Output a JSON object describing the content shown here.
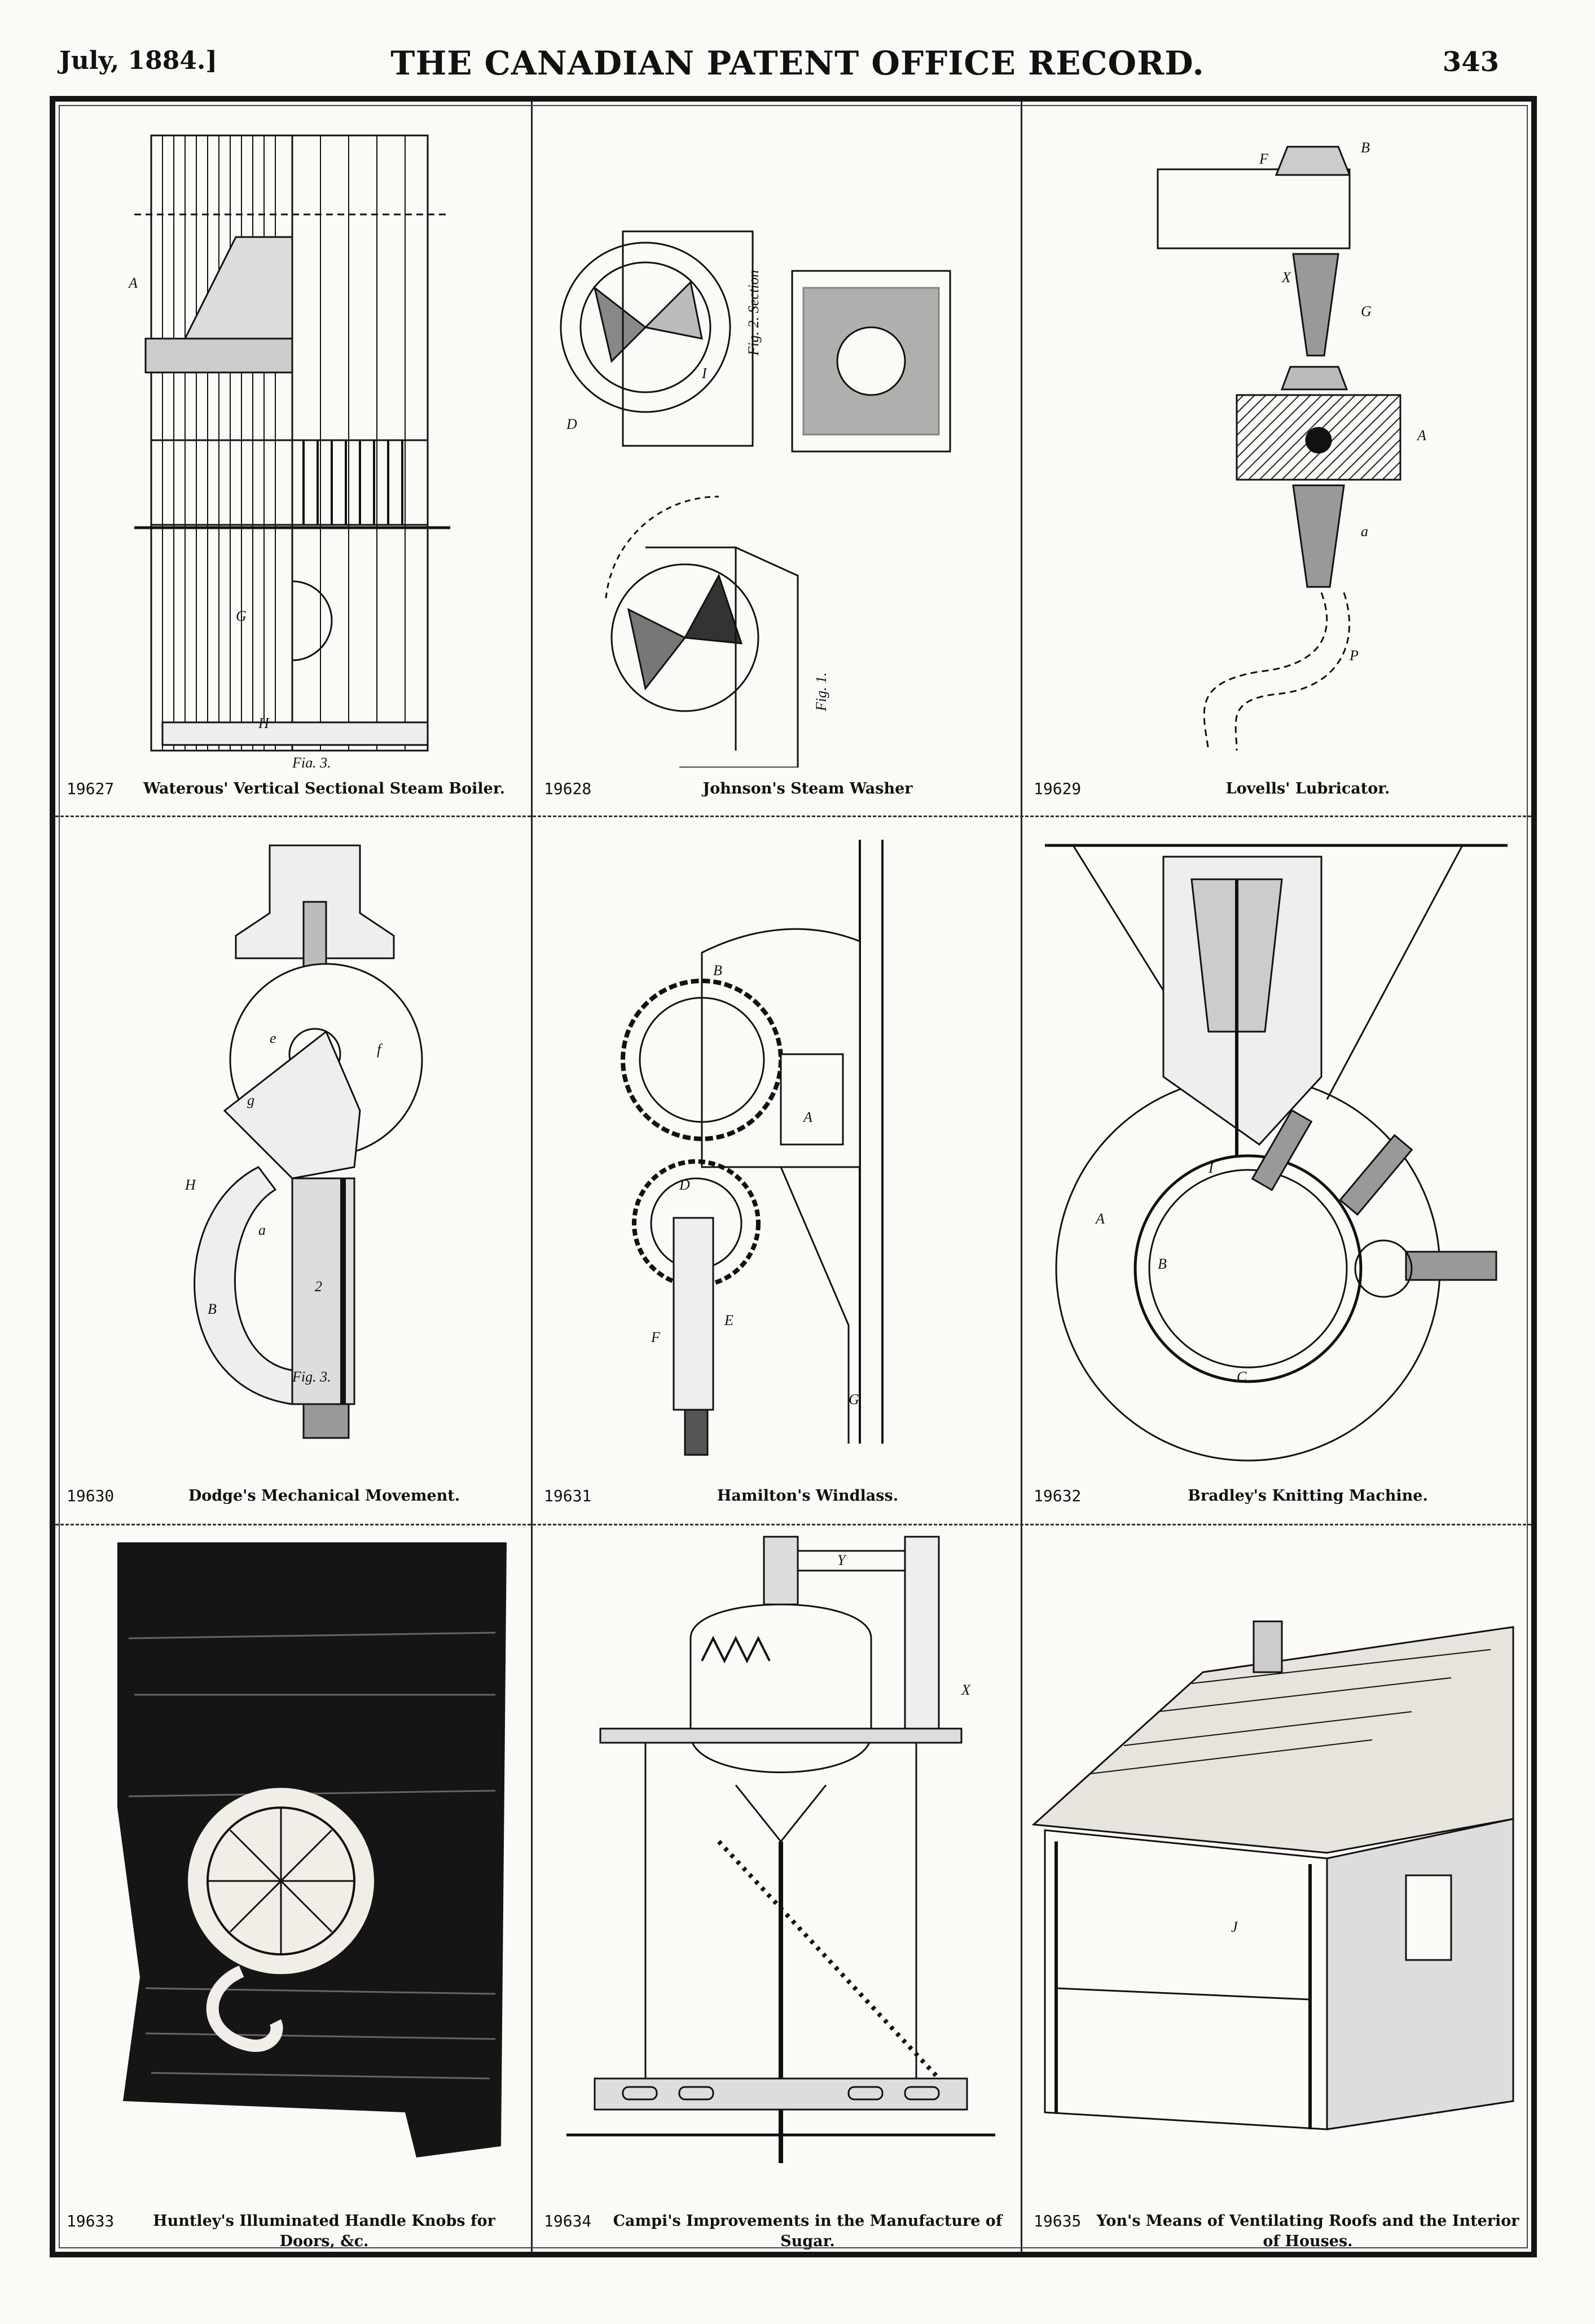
{
  "header": {
    "date": "July, 1884.]",
    "title": "THE CANADIAN PATENT OFFICE RECORD.",
    "page_number": "343"
  },
  "figures": [
    {
      "number": "19627",
      "caption": "Waterous' Vertical Sectional Steam Boiler.",
      "labels": [
        "Fig. 3.",
        "A",
        "H",
        "G"
      ]
    },
    {
      "number": "19628",
      "caption": "Johnson's Steam Washer",
      "labels": [
        "Fig. 2. Section",
        "Fig. 1.",
        "D",
        "I"
      ]
    },
    {
      "number": "19629",
      "caption": "Lovells' Lubricator.",
      "labels": [
        "F",
        "X",
        "B",
        "A",
        "G",
        "a",
        "P"
      ]
    },
    {
      "number": "19630",
      "caption": "Dodge's Mechanical Movement.",
      "labels": [
        "e",
        "f",
        "g",
        "a",
        "2",
        "H",
        "B",
        "Fig. 3."
      ]
    },
    {
      "number": "19631",
      "caption": "Hamilton's Windlass.",
      "labels": [
        "B",
        "D",
        "F",
        "E",
        "G",
        "A"
      ]
    },
    {
      "number": "19632",
      "caption": "Bradley's Knitting Machine.",
      "labels": [
        "A",
        "B",
        "C",
        "I"
      ]
    },
    {
      "number": "19633",
      "caption": "Huntley's Illuminated Handle Knobs for Doors, &c.",
      "labels": []
    },
    {
      "number": "19634",
      "caption": "Campi's Improvements in the Manufacture of Sugar.",
      "labels": [
        "Y",
        "X"
      ]
    },
    {
      "number": "19635",
      "caption": "Yon's Means of Ventilating Roofs and the Interior of Houses.",
      "labels": [
        "J"
      ]
    }
  ]
}
